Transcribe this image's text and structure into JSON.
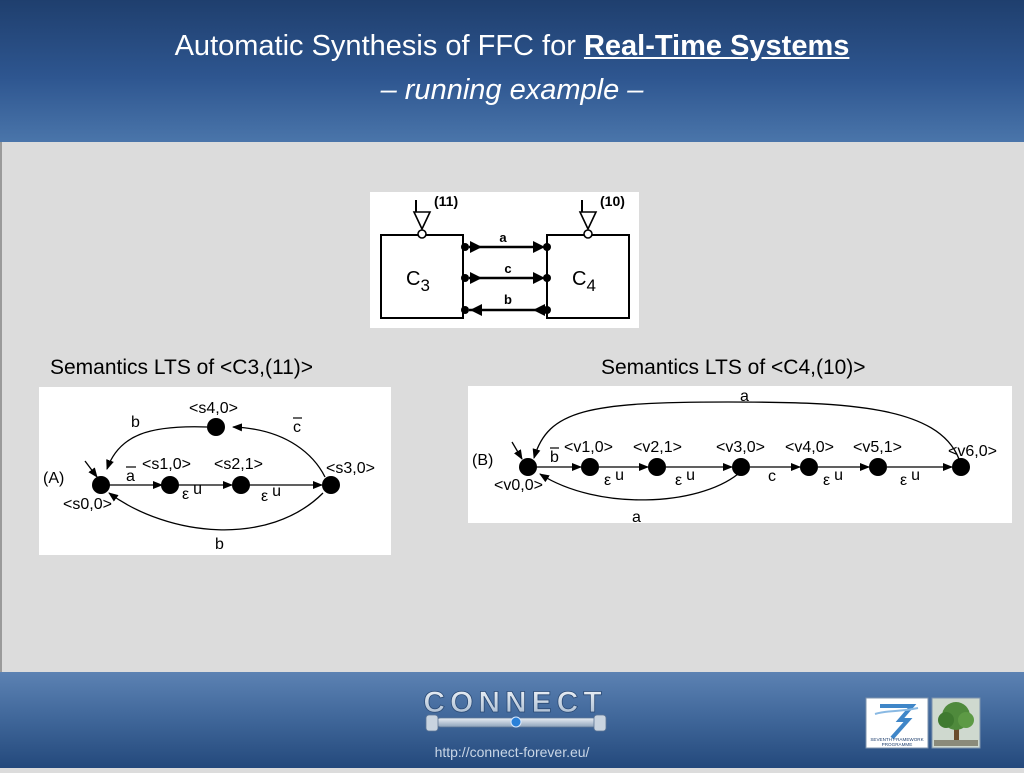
{
  "header": {
    "title_main": "Automatic Synthesis of FFC for ",
    "title_emph": "Real-Time Systems",
    "subtitle": "– running example –"
  },
  "component_diagram": {
    "left_component": "C",
    "left_sub": "3",
    "right_component": "C",
    "right_sub": "4",
    "left_port_label": "(11)",
    "right_port_label": "(10)",
    "channels": [
      "a",
      "c",
      "b"
    ]
  },
  "lts_a": {
    "heading": "Semantics LTS of <C3,(11)>",
    "tag": "(A)",
    "states": [
      "<s0,0>",
      "<s1,0>",
      "<s2,1>",
      "<s3,0>",
      "<s4,0>"
    ],
    "t_a": "a",
    "t_eps": "ε",
    "t_u": "u",
    "t_c": "c",
    "t_b_top": "b",
    "t_b_bottom": "b"
  },
  "lts_b": {
    "heading": "Semantics LTS of <C4,(10)>",
    "tag": "(B)",
    "states": [
      "<v0,0>",
      "<v1,0>",
      "<v2,1>",
      "<v3,0>",
      "<v4,0>",
      "<v5,1>",
      "<v6,0>"
    ],
    "t_b": "b",
    "t_eps": "ε",
    "t_u": "u",
    "t_c": "c",
    "t_a_top": "a",
    "t_a_bottom": "a"
  },
  "footer": {
    "logo_text": "CONNECT",
    "url": "http://connect-forever.eu/",
    "fp7_text1": "SEVENTH FRAMEWORK",
    "fp7_text2": "PROGRAMME",
    "tree_icon": "tree-icon"
  }
}
